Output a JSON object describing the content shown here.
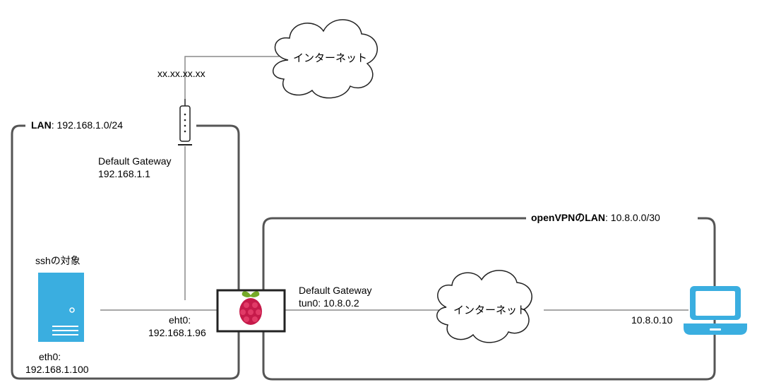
{
  "internet_top": {
    "label": "インターネット"
  },
  "wan_ip": "xx.xx.xx.xx",
  "lan": {
    "name": "LAN",
    "subnet": ": 192.168.1.0/24"
  },
  "router": {
    "gateway_label": "Default Gateway",
    "gateway_ip": "192.168.1.1"
  },
  "ssh_target": {
    "caption": "sshの対象",
    "iface": "eth0:",
    "ip": "192.168.1.100"
  },
  "raspberry_pi": {
    "eth_iface": "eht0:",
    "eth_ip": "192.168.1.96",
    "vpn_gateway_label": "Default Gateway",
    "tun_iface_ip": "tun0: 10.8.0.2"
  },
  "vpn_lan": {
    "name": "openVPNのLAN",
    "subnet": ": 10.8.0.0/30"
  },
  "internet_bottom": {
    "label": "インターネット"
  },
  "laptop": {
    "ip": "10.8.0.10"
  },
  "colors": {
    "frame": "#555555",
    "line": "#8a8a8a",
    "accent": "#3aaee0",
    "raspberry": "#c51a4a",
    "leaf": "#75a928"
  }
}
